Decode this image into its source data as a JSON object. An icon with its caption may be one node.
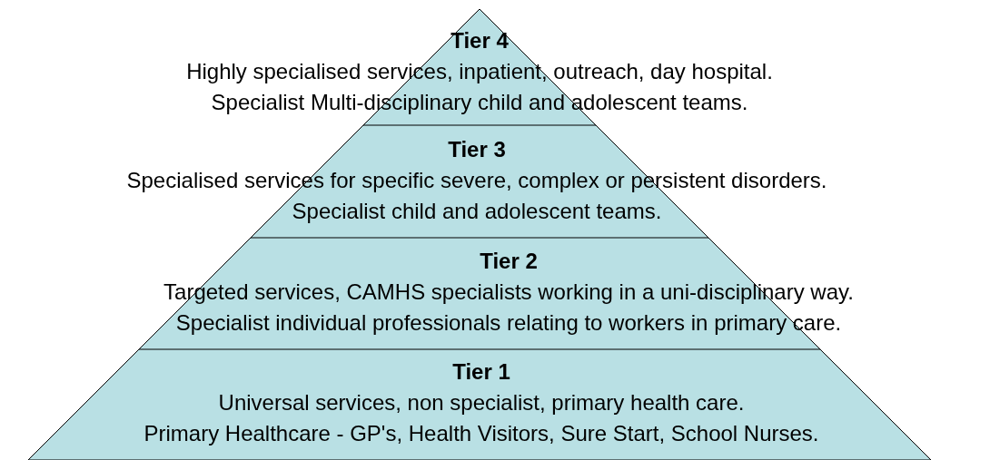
{
  "diagram": {
    "nodes": [
      {
        "text": [
          "Tier 4",
          "Highly specialised services, inpatient, outreach, day hospital.",
          "Specialist Multi-disciplinary child and adolescent teams."
        ]
      },
      {
        "text": [
          "Tier 3",
          "Specialised services for specific severe, complex or persistent disorders.",
          "Specialist child and adolescent teams."
        ]
      },
      {
        "text": [
          "Tier 2",
          "Targeted services, CAMHS specialists working in a uni-disciplinary way.",
          "Specialist individual professionals relating to workers in primary care."
        ]
      },
      {
        "text": [
          "Tier 1",
          "Universal services, non specialist, primary health care.",
          "Primary Healthcare - GP's, Health Visitors, Sure Start, School Nurses."
        ]
      }
    ]
  }
}
